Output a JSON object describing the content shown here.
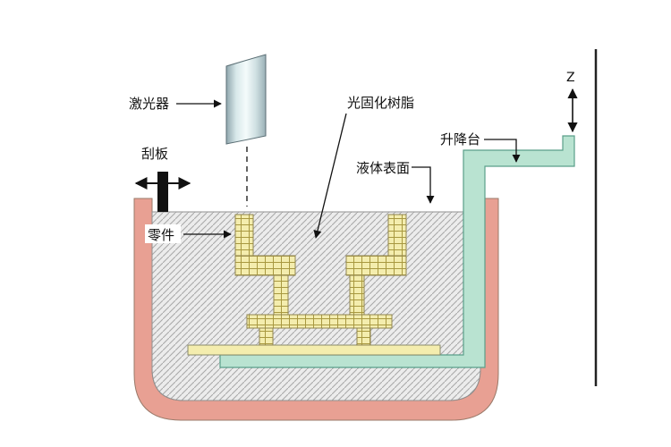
{
  "diagram": {
    "labels": {
      "laser": "激光器",
      "scraper": "刮板",
      "part": "零件",
      "resin": "光固化树脂",
      "liquid_surface": "液体表面",
      "lift_platform": "升降台",
      "z_axis": "Z"
    },
    "colors": {
      "tank": "#e8a093",
      "tank_outline": "#9a7a6a",
      "liquid_fill": "#ececec",
      "liquid_hatch": "#a8a8a8",
      "part_fill": "#f4edae",
      "part_lines": "#a89840",
      "elevator_fill": "#b9e3d1",
      "elevator_outline": "#5a9f8a",
      "laser_body_light": "#f4fbfb",
      "laser_body_dark": "#8fa6ad",
      "outline": "#111111"
    }
  }
}
